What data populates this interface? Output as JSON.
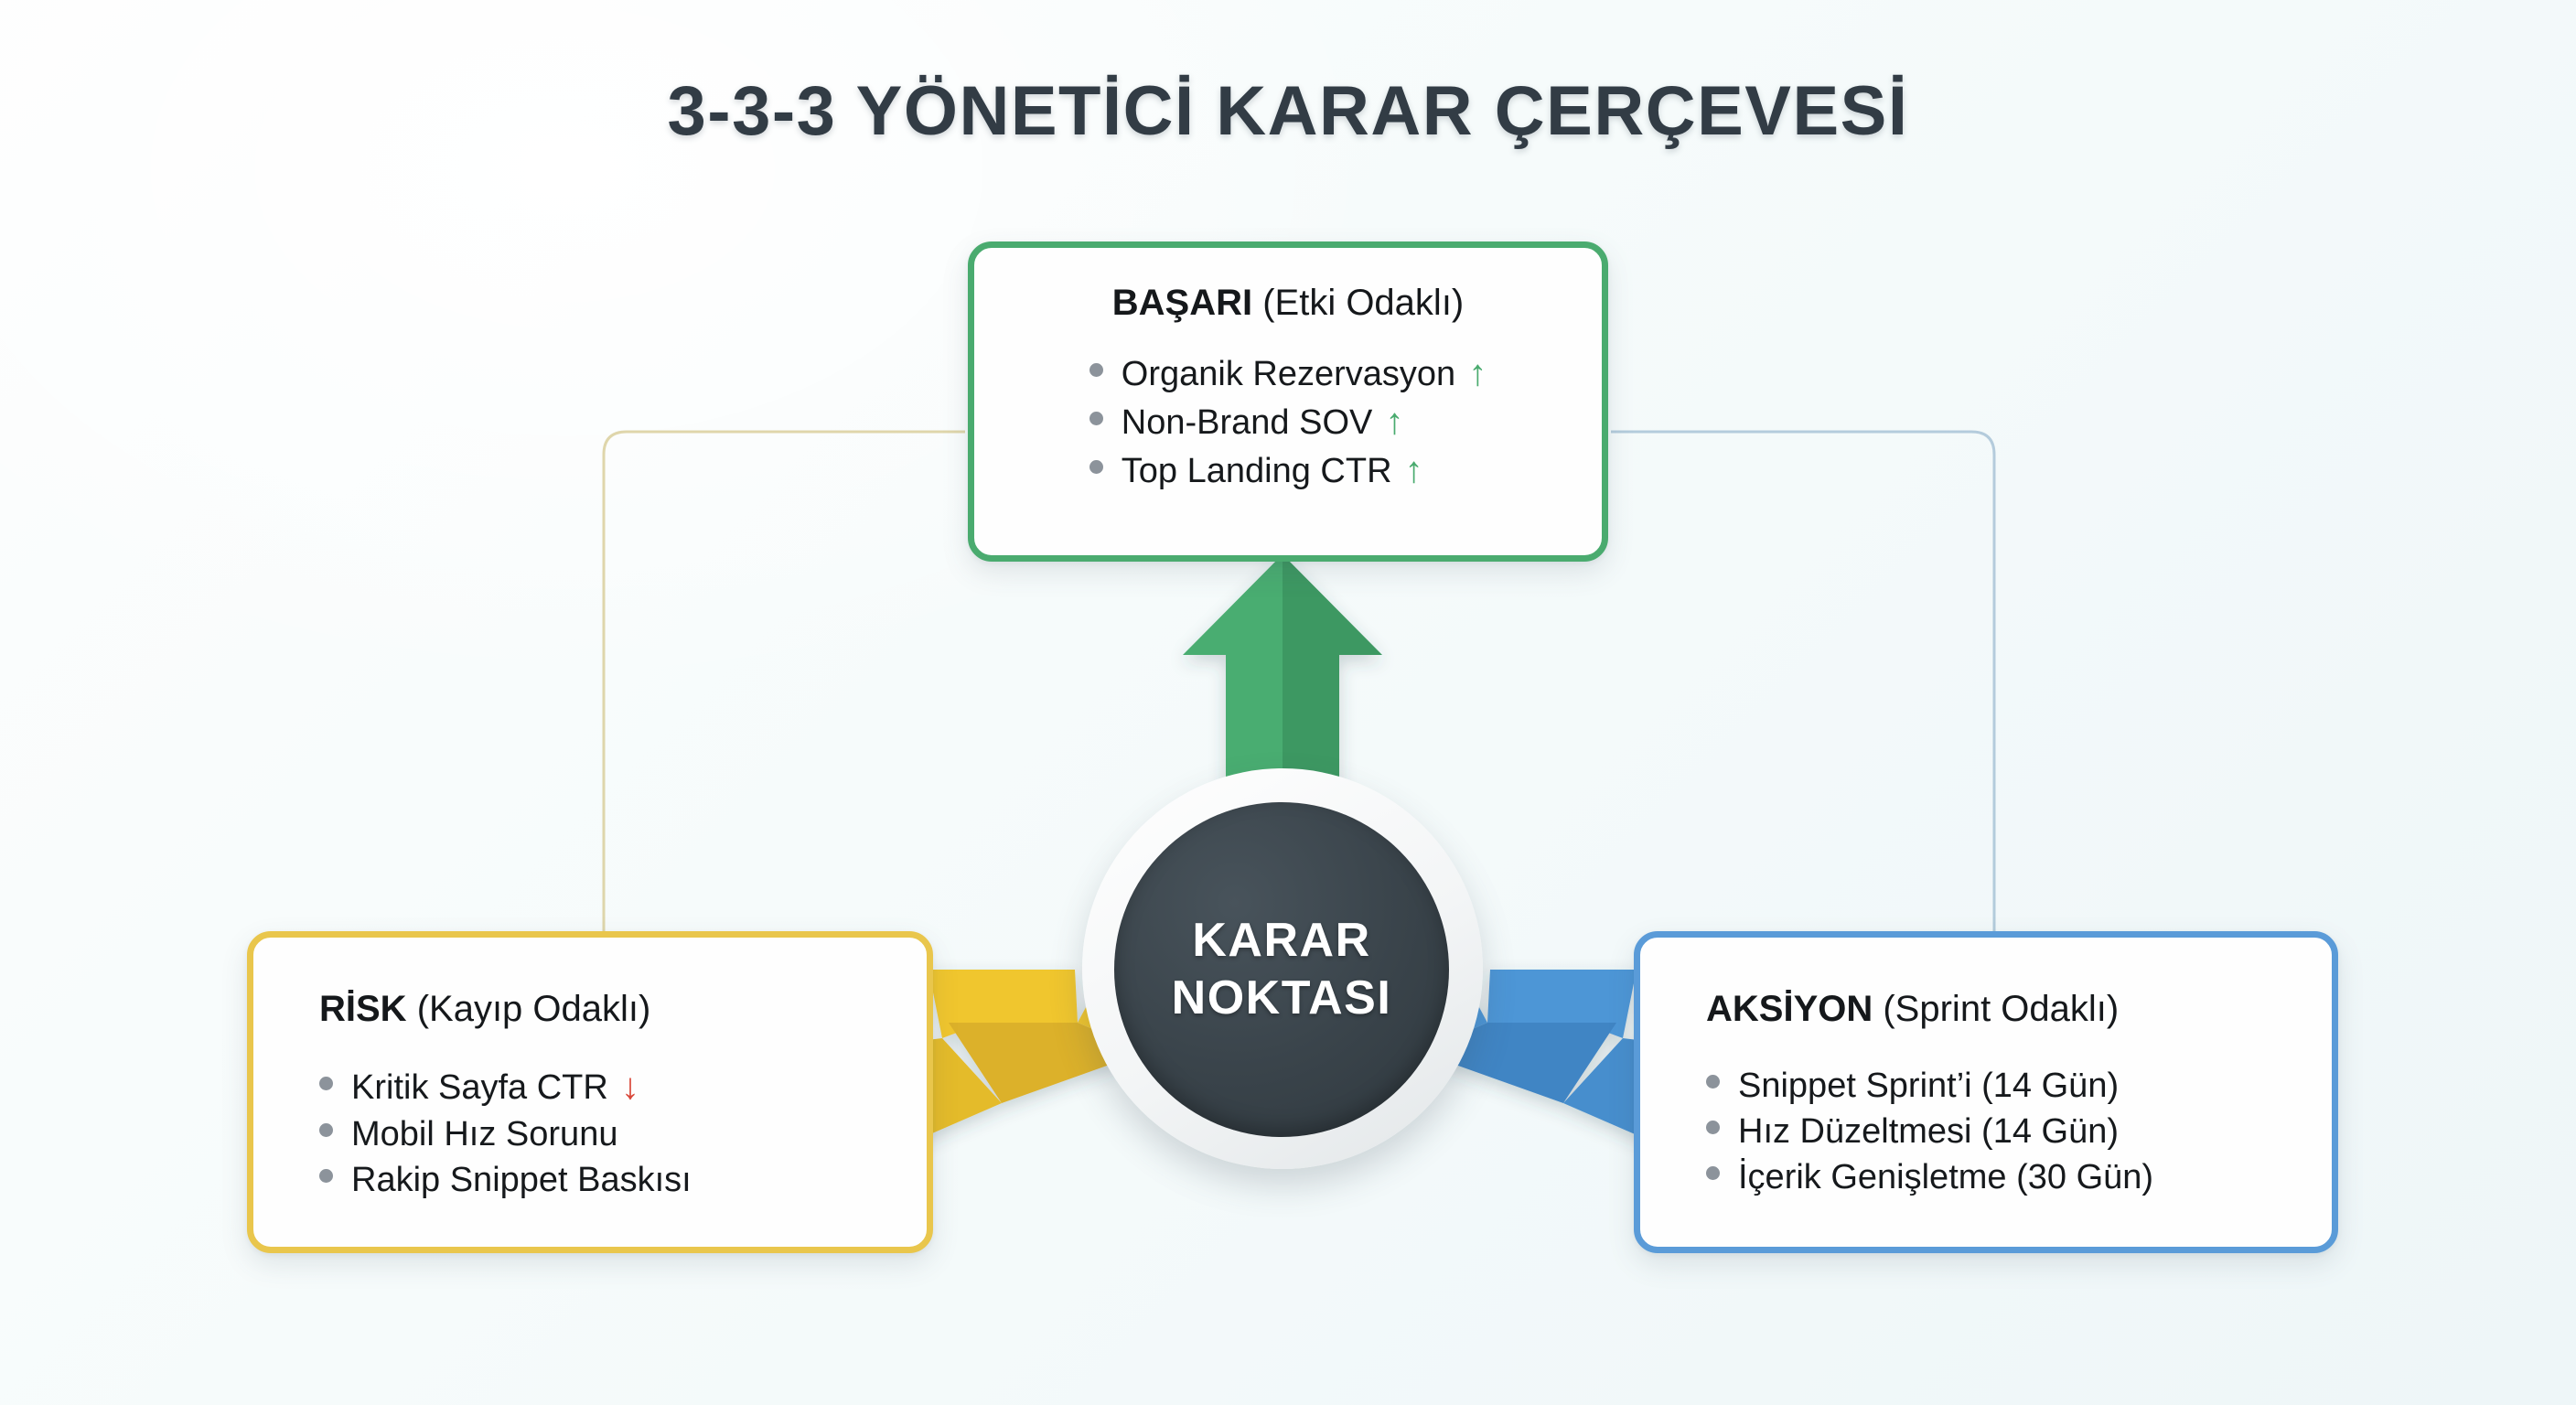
{
  "title": "3-3-3 YÖNETİCİ KARAR ÇERÇEVESİ",
  "hub": {
    "line1": "KARAR",
    "line2": "NOKTASI"
  },
  "colors": {
    "success": "#4aab6f",
    "risk": "#e9c64c",
    "action": "#5a9bd8",
    "hub": "#3a444b",
    "title": "#323c45",
    "bullet": "#8c939b",
    "trend_up": "#4aab6f",
    "trend_down": "#d9483a"
  },
  "cards": {
    "success": {
      "title_bold": "BAŞARI",
      "title_light": " (Etki Odaklı)",
      "items": [
        {
          "text": "Organik Rezervasyon",
          "trend": "↑",
          "trend_dir": "up"
        },
        {
          "text": "Non-Brand SOV",
          "trend": "↑",
          "trend_dir": "up"
        },
        {
          "text": "Top Landing CTR",
          "trend": "↑",
          "trend_dir": "up"
        }
      ]
    },
    "risk": {
      "title_bold": "RİSK",
      "title_light": " (Kayıp Odaklı)",
      "items": [
        {
          "text": "Kritik Sayfa CTR",
          "trend": "↓",
          "trend_dir": "down"
        },
        {
          "text": "Mobil Hız Sorunu",
          "trend": "",
          "trend_dir": ""
        },
        {
          "text": "Rakip Snippet Baskısı",
          "trend": "",
          "trend_dir": ""
        }
      ]
    },
    "action": {
      "title_bold": "AKSİYON",
      "title_light": " (Sprint Odaklı)",
      "items": [
        {
          "text": "Snippet Sprint’i (14 Gün)",
          "trend": "",
          "trend_dir": ""
        },
        {
          "text": "Hız Düzeltmesi (14 Gün)",
          "trend": "",
          "trend_dir": ""
        },
        {
          "text": "İçerik Genişletme (30 Gün)",
          "trend": "",
          "trend_dir": ""
        }
      ]
    }
  },
  "arrows": [
    {
      "name": "arrow-up-success",
      "color": "#4aab6f",
      "direction": "up"
    },
    {
      "name": "arrow-downleft-risk",
      "color": "#e9c64c",
      "direction": "down-left"
    },
    {
      "name": "arrow-downright-action",
      "color": "#5a9bd8",
      "direction": "down-right"
    }
  ]
}
